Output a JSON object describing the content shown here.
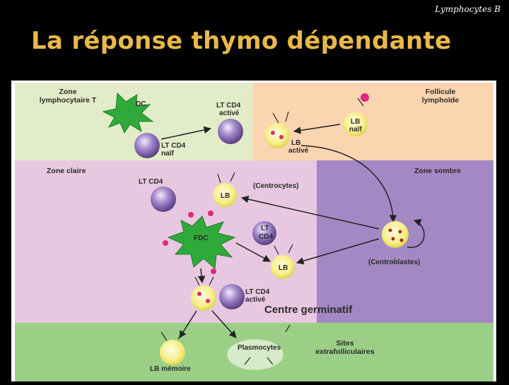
{
  "header": {
    "subtitle": "Lymphocytes B",
    "title": "La réponse thymo dépendante"
  },
  "diagram": {
    "zones": {
      "zone_t": "Zone lymphocytaire T",
      "zone_t_line1": "Zone",
      "zone_t_line2": "lymphocytaire T",
      "follicule_line1": "Follicule",
      "follicule_line2": "lymphoïde",
      "zone_claire": "Zone claire",
      "zone_sombre": "Zone sombre",
      "centre_germinatif": "Centre germinatif"
    },
    "cells": {
      "dc": "DC",
      "lt_cd4_active_line1": "LT CD4",
      "lt_cd4_active_line2": "activé",
      "lt_cd4_naif_line1": "LT CD4",
      "lt_cd4_naif_line2": "naïf",
      "lb_naif_line1": "LB",
      "lb_naif_line2": "naïf",
      "lb_active_line1": "LB",
      "lb_active_line2": "activé",
      "lt_cd4_claire": "LT CD4",
      "lb": "LB",
      "centrocytes": "(Centrocytes)",
      "fdc": "FDC",
      "lt": "LT",
      "cd4": "CD4",
      "lb2": "LB",
      "centroblastes": "(Centroblastes)",
      "lt_cd4_bottom_line1": "LT CD4",
      "lt_cd4_bottom_line2": "activé",
      "lb_memoire": "LB mémoire",
      "plasmocytes": "Plasmocytes",
      "sites_line1": "Sites",
      "sites_line2": "extrafolliculaires"
    },
    "colors": {
      "zone_t": "#e3ecc8",
      "follicule": "#fbd5b0",
      "zone_claire": "#e8c8e0",
      "zone_sombre": "#a488c4",
      "bottom": "#9ccf86",
      "t_cell": "#7d5fa8",
      "b_cell": "#f3ec7a",
      "dendritic": "#2faa3a",
      "antigen": "#e0287a"
    }
  }
}
